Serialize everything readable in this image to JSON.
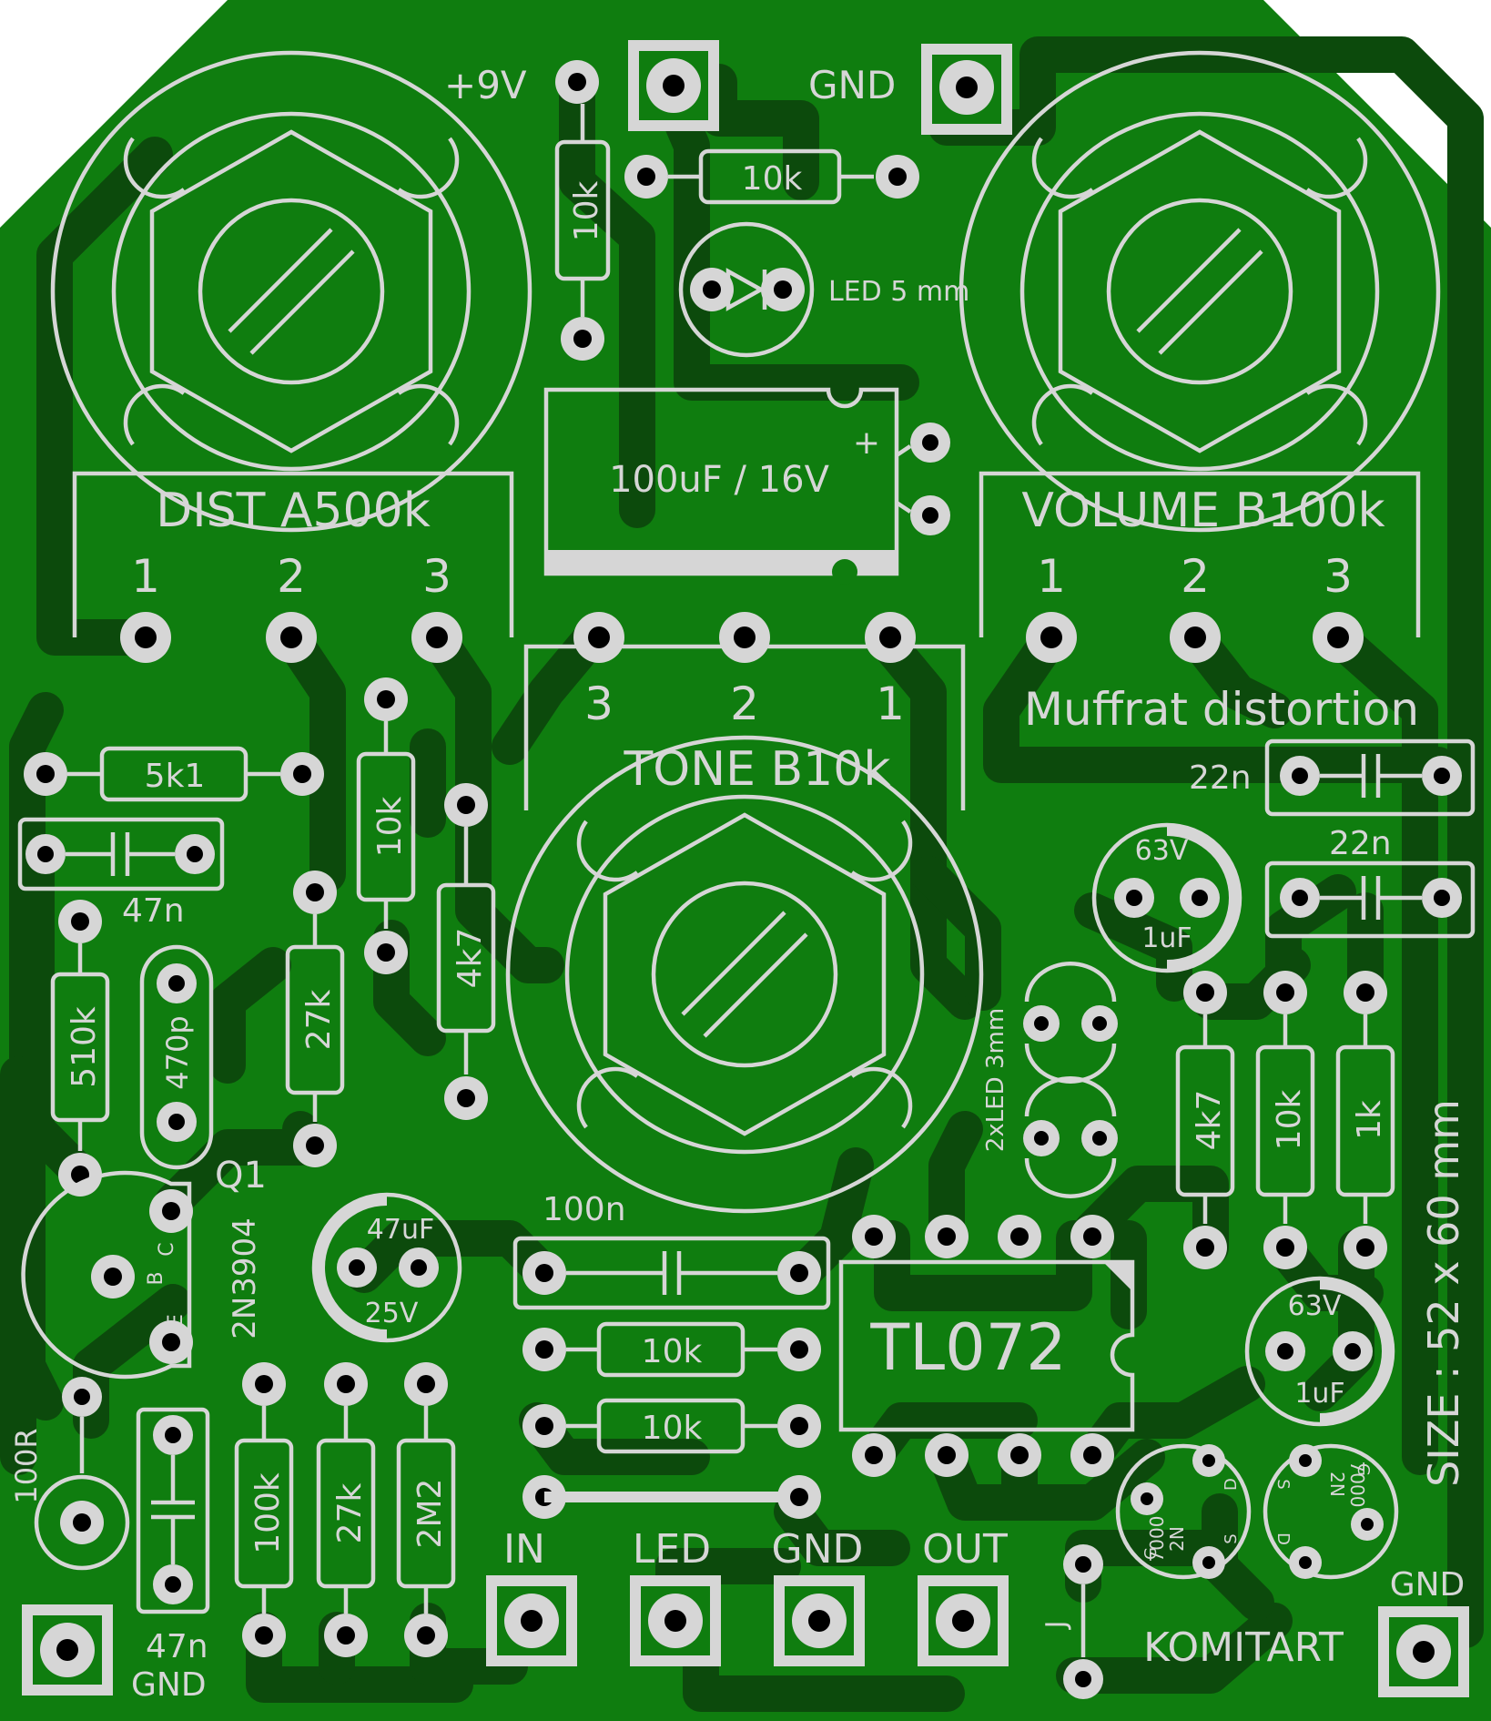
{
  "colors": {
    "board": "#0f7d0f",
    "trace": "#0c4a0c",
    "silkscreen": "#d6d6d6",
    "drill": "#000000",
    "background": "#ffffff"
  },
  "power": {
    "v9": "+9V",
    "gnd": "GND"
  },
  "pots": {
    "dist": {
      "label": "DIST A500k",
      "pins": [
        "1",
        "2",
        "3"
      ]
    },
    "volume": {
      "label": "VOLUME B100k",
      "pins": [
        "1",
        "2",
        "3"
      ]
    },
    "tone": {
      "label": "TONE B10k",
      "pins": [
        "3",
        "2",
        "1"
      ]
    }
  },
  "led": {
    "label": "LED 5 mm"
  },
  "title": "Muffrat distortion",
  "size": "SIZE : 52 x 60 mm",
  "brand": "KOMITART",
  "ic": "TL072",
  "transistor": {
    "ref": "Q1",
    "part": "2N3904",
    "pins": [
      "C",
      "B",
      "E"
    ]
  },
  "mosfets": {
    "part_a": "2N",
    "part_b": "7000",
    "pins": [
      "G",
      "S",
      "D"
    ]
  },
  "leds_clip": "2xLED 3mm",
  "jumper": "J",
  "resistors": {
    "r_top_v": "10k",
    "r_top_h": "10k",
    "r_5k1": "5k1",
    "r_10k_mid": "10k",
    "r_4k7": "4k7",
    "r_27k_mid": "27k",
    "r_510k": "510k",
    "r_4k7_r": "4k7",
    "r_10k_r": "10k",
    "r_1k": "1k",
    "r_100k": "100k",
    "r_27k_b": "27k",
    "r_2m2": "2M2",
    "r_10k_a": "10k",
    "r_10k_b": "10k",
    "r_100r": "100R"
  },
  "caps": {
    "c_100uf": "100uF / 16V",
    "c_plus": "+",
    "c_47n_top": "47n",
    "c_470p": "470p",
    "c_47n_bot": "47n",
    "c_100n": "100n",
    "c_22n_a": "22n",
    "c_22n_b": "22n",
    "c_47uf": "47uF",
    "c_25v": "25V",
    "c_1uf_a_v": "63V",
    "c_1uf_a_c": "1uF",
    "c_1uf_b_v": "63V",
    "c_1uf_b_c": "1uF"
  },
  "io": {
    "in": "IN",
    "led": "LED",
    "gnd": "GND",
    "out": "OUT",
    "gnd_left": "GND",
    "gnd_right": "GND"
  }
}
